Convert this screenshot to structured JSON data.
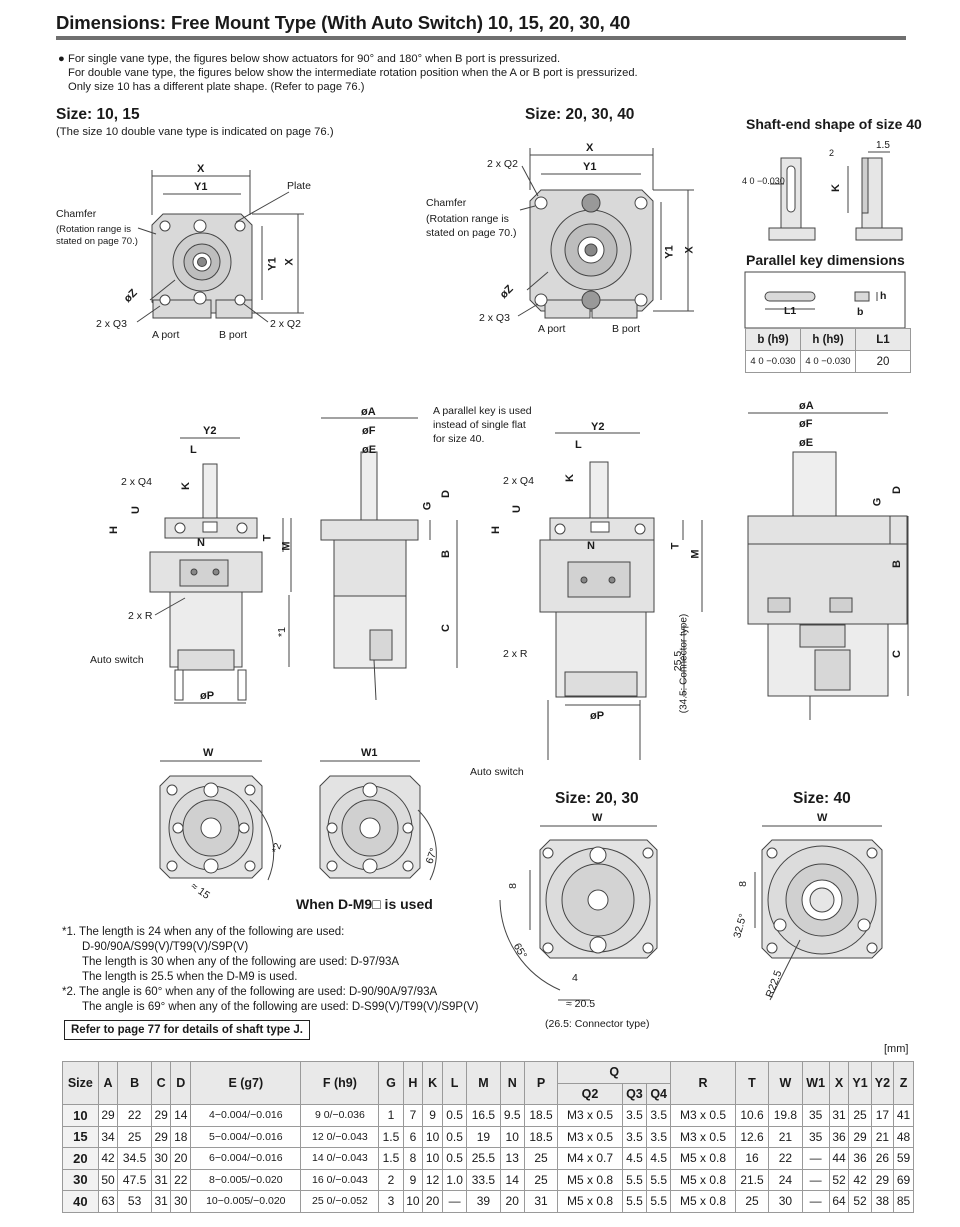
{
  "title": "Dimensions: Free Mount Type (With Auto Switch) 10, 15, 20, 30, 40",
  "notes": [
    "For single vane type, the figures below show actuators for 90° and 180° when B port is pressurized.",
    "For double vane type, the figures below show the intermediate rotation position when the A or B port is pressurized.",
    "Only size 10 has a different plate shape. (Refer to page 76.)"
  ],
  "size_small": {
    "title": "Size: 10, 15",
    "subtitle": "(The size 10 double vane type is indicated on page 76.)"
  },
  "size_large": {
    "title": "Size: 20, 30, 40"
  },
  "shaft_end": {
    "title": "Shaft-end shape of size 40"
  },
  "parallel_key": {
    "title": "Parallel key dimensions",
    "headers": [
      "b (h9)",
      "h (h9)",
      "L1"
    ],
    "row": [
      "4 0 −0.030",
      "4 0 −0.030",
      "20"
    ]
  },
  "labels": {
    "X": "X",
    "Y1": "Y1",
    "Y2": "Y2",
    "Plate": "Plate",
    "Chamfer": "Chamfer",
    "rotation_note_1": "(Rotation range is",
    "rotation_note_2": "stated on page 70.)",
    "Z": "øZ",
    "Q2": "2 x Q2",
    "Q3": "2 x Q3",
    "Q4": "2 x Q4",
    "A_port": "A port",
    "B_port": "B port",
    "K": "K",
    "L": "L",
    "U": "U",
    "H": "H",
    "N": "N",
    "T": "T",
    "M": "M",
    "R": "2 x R",
    "A": "øA",
    "F": "øF",
    "E": "øE",
    "G": "G",
    "D": "D",
    "B": "B",
    "C": "C",
    "P": "øP",
    "W": "W",
    "W1": "W1",
    "auto_switch": "Auto switch",
    "star1": "*1",
    "star2": "*2",
    "key_note_1": "A parallel key is used",
    "key_note_2": "instead of single flat",
    "key_note_3": "for size 40.",
    "dim_25_5": "25.5",
    "connector": "(34.5: Connector type)",
    "when_dm9": "When D-M9□ is used",
    "size_2030": "Size: 20, 30",
    "size_40": "Size: 40",
    "dim_15": "≈ 15",
    "dim_67": "67°",
    "dim_8a": "8",
    "dim_8b": "8",
    "dim_65": "65°",
    "dim_4": "4",
    "dim_20_5": "≈ 20.5",
    "connector_265": "(26.5: Connector type)",
    "dim_32_5": "32.5°",
    "dim_r22_5": "R22.5",
    "shaft_4": "4 0 −0.030",
    "shaft_2": "2",
    "shaft_15": "1.5",
    "pk_L1": "L1",
    "pk_b": "b",
    "pk_h": "h"
  },
  "footnotes": [
    "*1. The length is 24 when any of the following are used:",
    "D-90/90A/S99(V)/T99(V)/S9P(V)",
    "The length is 30 when any of the following are used: D-97/93A",
    "The length is 25.5 when the D-M9 is used.",
    "*2. The angle is 60° when any of the following are used: D-90/90A/97/93A",
    "The angle is 69° when any of the following are used: D-S99(V)/T99(V)/S9P(V)"
  ],
  "ref_note": "Refer to page 77 for details of shaft type J.",
  "unit": "[mm]",
  "table": {
    "headers": [
      "Size",
      "A",
      "B",
      "C",
      "D",
      "E (g7)",
      "F (h9)",
      "G",
      "H",
      "K",
      "L",
      "M",
      "N",
      "P",
      "Q",
      "R",
      "T",
      "W",
      "W1",
      "X",
      "Y1",
      "Y2",
      "Z"
    ],
    "q_sub": [
      "Q2",
      "Q3",
      "Q4"
    ],
    "rows": [
      [
        "10",
        "29",
        "22",
        "29",
        "14",
        "4−0.004/−0.016",
        "9 0/−0.036",
        "1",
        "7",
        "9",
        "0.5",
        "16.5",
        "9.5",
        "18.5",
        "M3 x 0.5",
        "3.5",
        "3.5",
        "M3 x 0.5",
        "10.6",
        "19.8",
        "35",
        "31",
        "25",
        "17",
        "41"
      ],
      [
        "15",
        "34",
        "25",
        "29",
        "18",
        "5−0.004/−0.016",
        "12 0/−0.043",
        "1.5",
        "6",
        "10",
        "0.5",
        "19",
        "10",
        "18.5",
        "M3 x 0.5",
        "3.5",
        "3.5",
        "M3 x 0.5",
        "12.6",
        "21",
        "35",
        "36",
        "29",
        "21",
        "48"
      ],
      [
        "20",
        "42",
        "34.5",
        "30",
        "20",
        "6−0.004/−0.016",
        "14 0/−0.043",
        "1.5",
        "8",
        "10",
        "0.5",
        "25.5",
        "13",
        "25",
        "M4 x 0.7",
        "4.5",
        "4.5",
        "M5 x 0.8",
        "16",
        "22",
        "—",
        "44",
        "36",
        "26",
        "59"
      ],
      [
        "30",
        "50",
        "47.5",
        "31",
        "22",
        "8−0.005/−0.020",
        "16 0/−0.043",
        "2",
        "9",
        "12",
        "1.0",
        "33.5",
        "14",
        "25",
        "M5 x 0.8",
        "5.5",
        "5.5",
        "M5 x 0.8",
        "21.5",
        "24",
        "—",
        "52",
        "42",
        "29",
        "69"
      ],
      [
        "40",
        "63",
        "53",
        "31",
        "30",
        "10−0.005/−0.020",
        "25 0/−0.052",
        "3",
        "10",
        "20",
        "—",
        "39",
        "20",
        "31",
        "M5 x 0.8",
        "5.5",
        "5.5",
        "M5 x 0.8",
        "25",
        "30",
        "—",
        "64",
        "52",
        "38",
        "85"
      ]
    ]
  }
}
